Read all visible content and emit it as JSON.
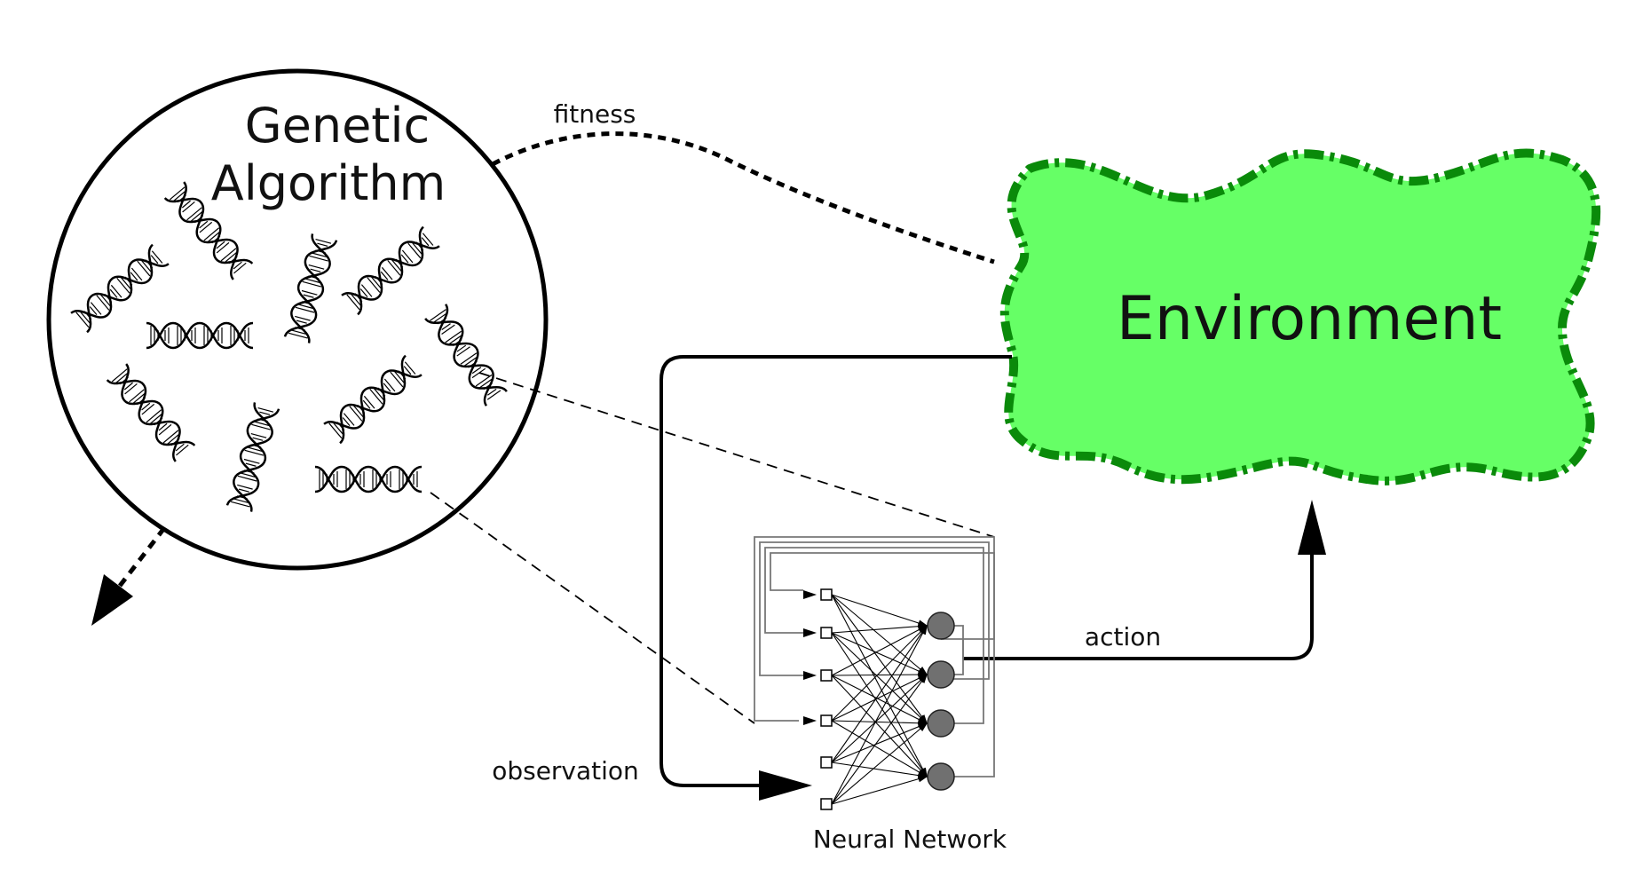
{
  "genetic_algorithm": {
    "title_line1": "Genetic",
    "title_line2": "Algorithm",
    "dna_icon": "dna-helix-icon",
    "export_arrow_icon": "dashed-arrow-icon"
  },
  "environment": {
    "label": "Environment",
    "fill_color": "#66ff66",
    "border_color": "#0a8a0a"
  },
  "neural_network": {
    "label": "Neural Network",
    "neuron_color": "#707070"
  },
  "edges": {
    "fitness": "fitness",
    "observation": "observation",
    "action": "action"
  }
}
